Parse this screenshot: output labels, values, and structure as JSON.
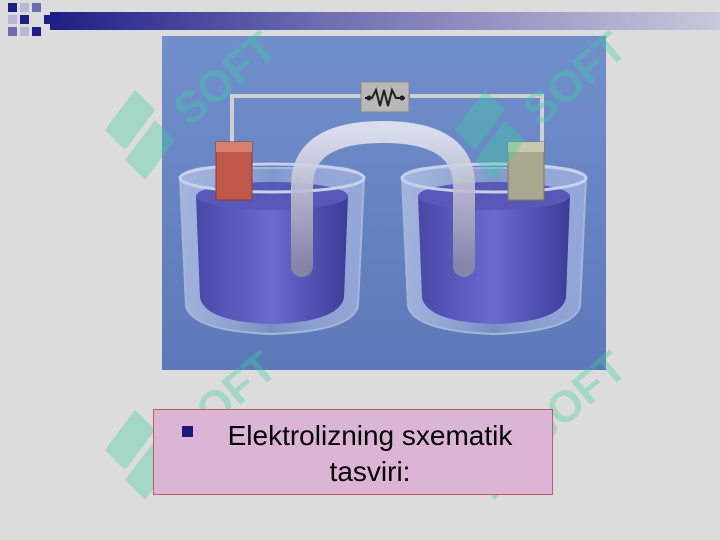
{
  "caption": {
    "line1": "Elektrolizning sxematik",
    "line2": "tasviri:"
  },
  "figure": {
    "icon": "electrolysis-cell-illustration",
    "colors": {
      "background": "#6a86c4",
      "electrolyte": "#5a5ab8",
      "electrode_left": "#c0584a",
      "electrode_right": "#a8a890",
      "wire": "#c8c8c8"
    }
  },
  "watermark": {
    "text": "SOFT",
    "icon": "soft-logo-icon",
    "color": "#3cd2a0"
  },
  "theme": {
    "accent": "#1e1e88",
    "caption_bg": "#dcb4d6",
    "caption_border": "#c45a5a"
  }
}
